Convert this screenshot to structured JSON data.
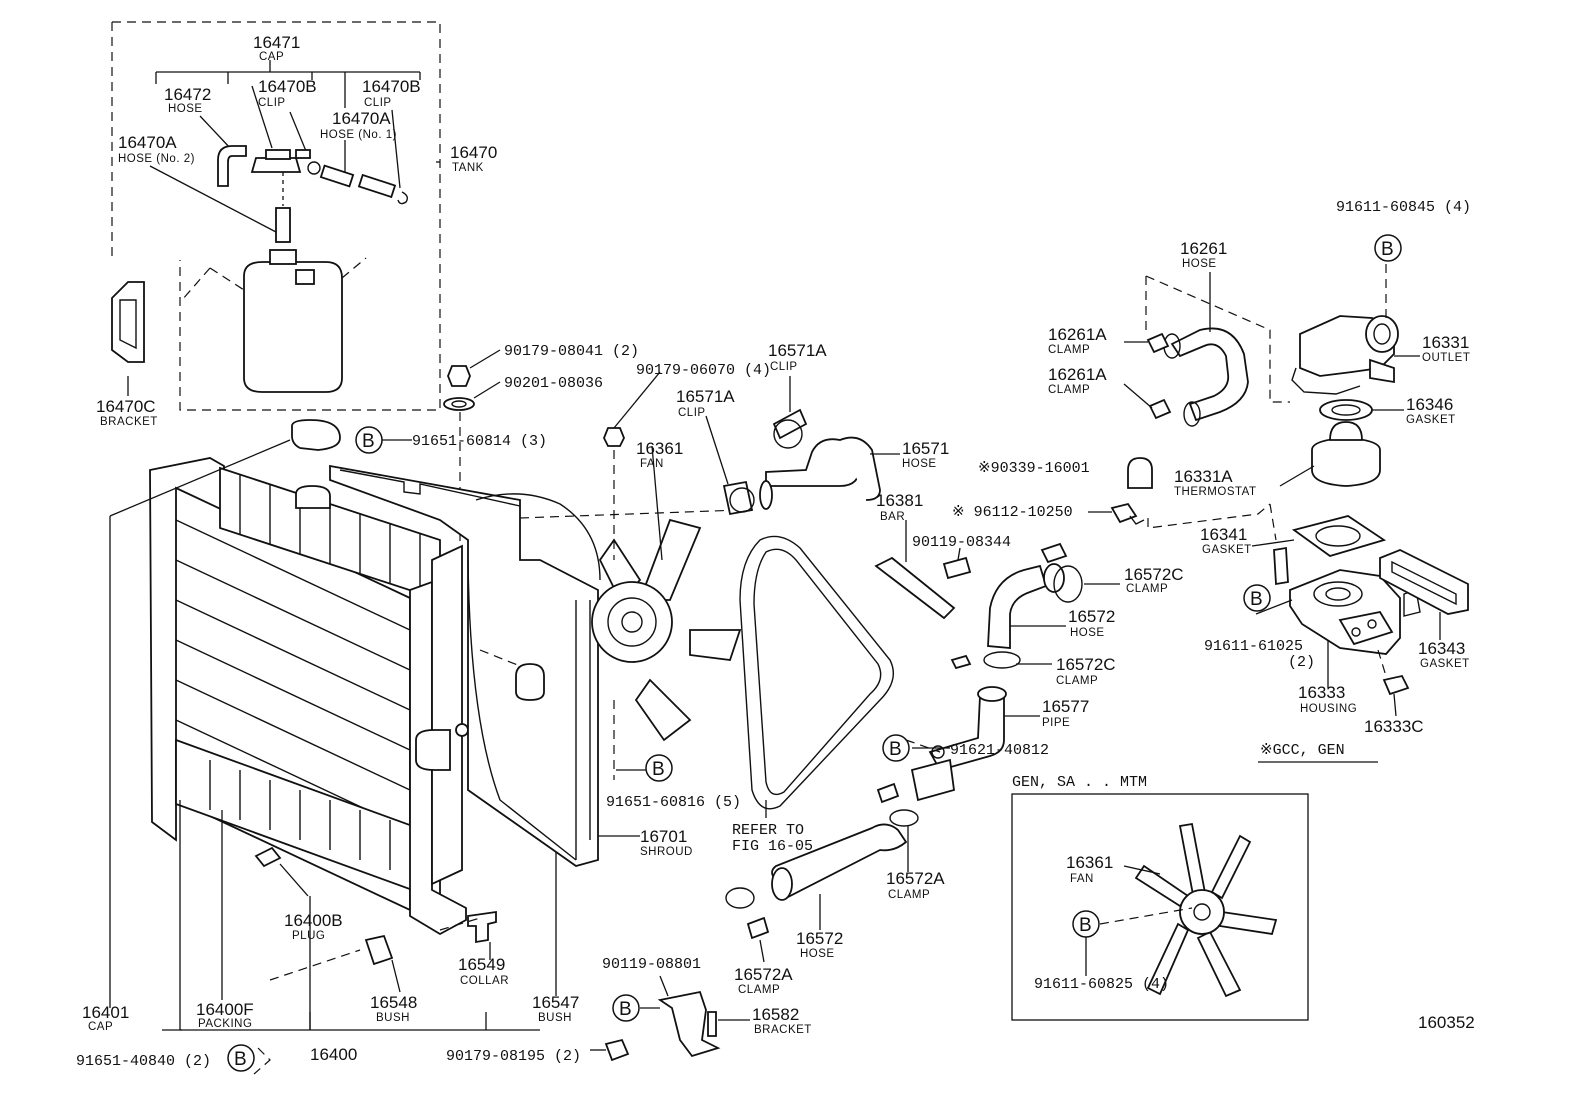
{
  "parts": {
    "p16471": {
      "num": "16471",
      "name": "CAP"
    },
    "p16472": {
      "num": "16472",
      "name": "HOSE"
    },
    "p16470B1": {
      "num": "16470B",
      "name": "CLIP"
    },
    "p16470B2": {
      "num": "16470B",
      "name": "CLIP"
    },
    "p16470A1": {
      "num": "16470A",
      "name": "HOSE (No. 1)"
    },
    "p16470A2": {
      "num": "16470A",
      "name": "HOSE (No. 2)"
    },
    "p16470": {
      "num": "16470",
      "name": "TANK"
    },
    "p16470C": {
      "num": "16470C",
      "name": "BRACKET"
    },
    "p16401": {
      "num": "16401",
      "name": "CAP"
    },
    "p16400F": {
      "num": "16400F",
      "name": "PACKING"
    },
    "p16400B": {
      "num": "16400B",
      "name": "PLUG"
    },
    "p16548": {
      "num": "16548",
      "name": "BUSH"
    },
    "p16549": {
      "num": "16549",
      "name": "COLLAR"
    },
    "p16547": {
      "num": "16547",
      "name": "BUSH"
    },
    "p16400": {
      "num": "16400"
    },
    "p16361": {
      "num": "16361",
      "name": "FAN"
    },
    "p16701": {
      "num": "16701",
      "name": "SHROUD"
    },
    "p16571A1": {
      "num": "16571A",
      "name": "CLIP"
    },
    "p16571A2": {
      "num": "16571A",
      "name": "CLIP"
    },
    "p16571": {
      "num": "16571",
      "name": "HOSE"
    },
    "p16381": {
      "num": "16381",
      "name": "BAR"
    },
    "p16572C1": {
      "num": "16572C",
      "name": "CLAMP"
    },
    "p16572": {
      "num": "16572",
      "name": "HOSE"
    },
    "p16572C2": {
      "num": "16572C",
      "name": "CLAMP"
    },
    "p16577": {
      "num": "16577",
      "name": "PIPE"
    },
    "p16572A1": {
      "num": "16572A",
      "name": "CLAMP"
    },
    "p16572b": {
      "num": "16572",
      "name": "HOSE"
    },
    "p16572A2": {
      "num": "16572A",
      "name": "CLAMP"
    },
    "p16582": {
      "num": "16582",
      "name": "BRACKET"
    },
    "p16261": {
      "num": "16261",
      "name": "HOSE"
    },
    "p16261A1": {
      "num": "16261A",
      "name": "CLAMP"
    },
    "p16261A2": {
      "num": "16261A",
      "name": "CLAMP"
    },
    "p16331": {
      "num": "16331",
      "name": "OUTLET"
    },
    "p16346": {
      "num": "16346",
      "name": "GASKET"
    },
    "p16331A": {
      "num": "16331A",
      "name": "THERMOSTAT"
    },
    "p16341": {
      "num": "16341",
      "name": "GASKET"
    },
    "p16343": {
      "num": "16343",
      "name": "GASKET"
    },
    "p16333": {
      "num": "16333",
      "name": "HOUSING"
    },
    "p16333C": {
      "num": "16333C"
    },
    "p16361b": {
      "num": "16361",
      "name": "FAN"
    }
  },
  "fasteners": {
    "f1": "90179-08041 (2)",
    "f2": "90201-08036",
    "f3": "91651-60814 (3)",
    "f4": "90179-06070 (4)",
    "f5": "91651-60816 (5)",
    "f6": "90119-08344",
    "f7": "91621-40812",
    "f8": "90119-08801",
    "f9": "90179-08195 (2)",
    "f10": "91651-40840 (2)",
    "f11": "91611-60845 (4)",
    "f12": "※90339-16001",
    "f13": "※ 96112-10250",
    "f14": "91611-61025",
    "f14q": "(2)",
    "f15": "91611-60825 (4)"
  },
  "refs": {
    "refer1": "REFER TO",
    "refer2": "FIG 16-05",
    "gcc": "※GCC, GEN",
    "inset_title": "GEN, SA . . MTM",
    "diagram_id": "160352",
    "b_mark": "B"
  }
}
